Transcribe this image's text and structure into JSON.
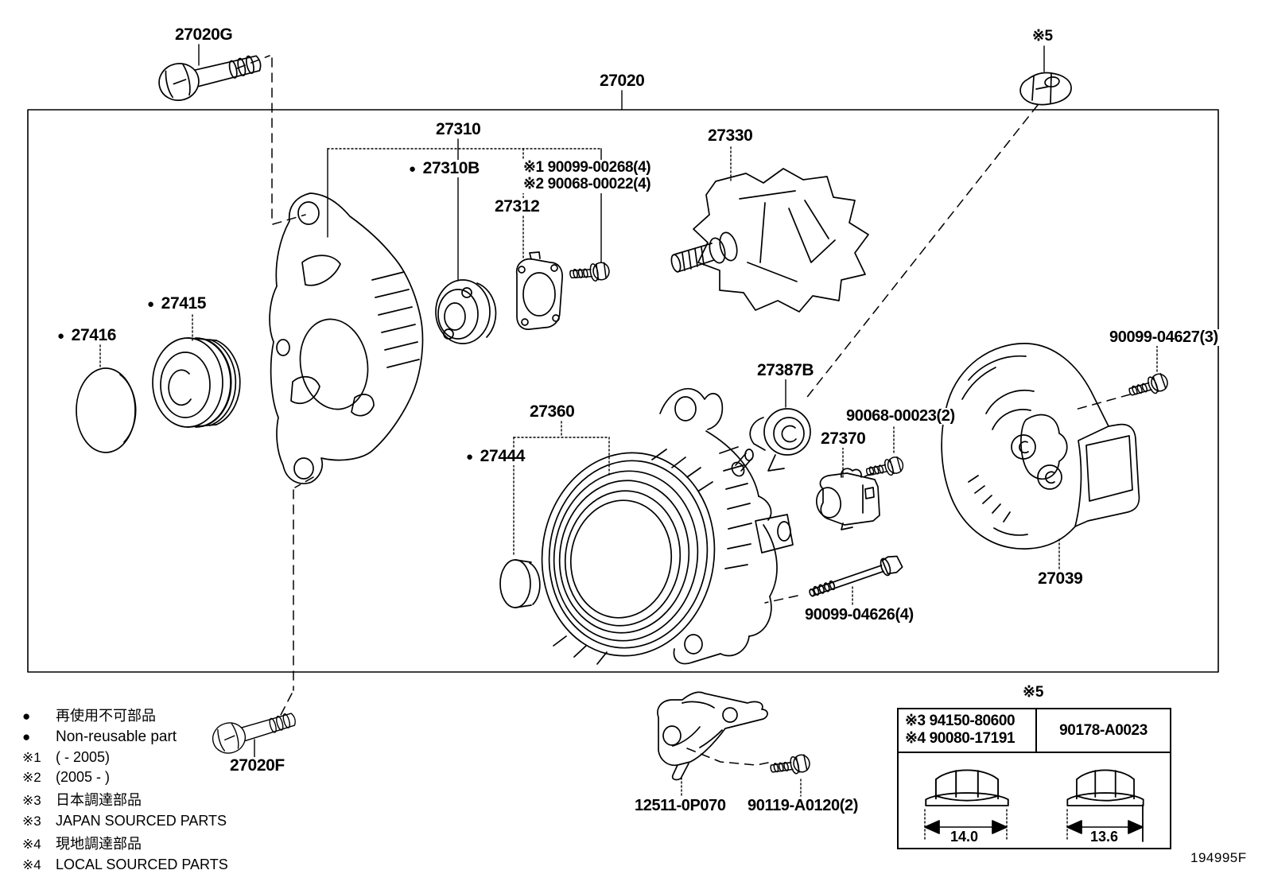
{
  "doc": {
    "code": "194995F"
  },
  "callouts": {
    "bullet": "●",
    "p27020G": "27020G",
    "p27020": "27020",
    "note5_top": "※5",
    "p27310": "27310",
    "p27310B": "27310B",
    "ref_note1": "※1 90099-00268(4)",
    "ref_note2": "※2 90068-00022(4)",
    "p27312": "27312",
    "p27330": "27330",
    "p27415": "27415",
    "p27416": "27416",
    "p27387B": "27387B",
    "p27360": "27360",
    "p27444": "27444",
    "p27370": "27370",
    "p90068_00023": "90068-00023(2)",
    "p90099_04627": "90099-04627(3)",
    "p27039": "27039",
    "p90099_04626": "90099-04626(4)",
    "p27020F": "27020F",
    "p12511_0P070": "12511-0P070",
    "p90119_A0120": "90119-A0120(2)"
  },
  "legend": {
    "rows": [
      {
        "marker": "●",
        "text": "再使用不可部品"
      },
      {
        "marker": "●",
        "text": "Non-reusable part"
      },
      {
        "marker": "※1",
        "text": "(      - 2005)"
      },
      {
        "marker": "※2",
        "text": "(2005 -      )"
      },
      {
        "marker": "※3",
        "text": "日本調達部品"
      },
      {
        "marker": "※3",
        "text": "JAPAN SOURCED PARTS"
      },
      {
        "marker": "※4",
        "text": "現地調達部品"
      },
      {
        "marker": "※4",
        "text": "LOCAL SOURCED PARTS"
      }
    ]
  },
  "table": {
    "header": "※5",
    "left_lines": [
      "※3 94150-80600",
      "※4 90080-17191"
    ],
    "right_part": "90178-A0023",
    "left_dim": "14.0",
    "right_dim": "13.6"
  }
}
